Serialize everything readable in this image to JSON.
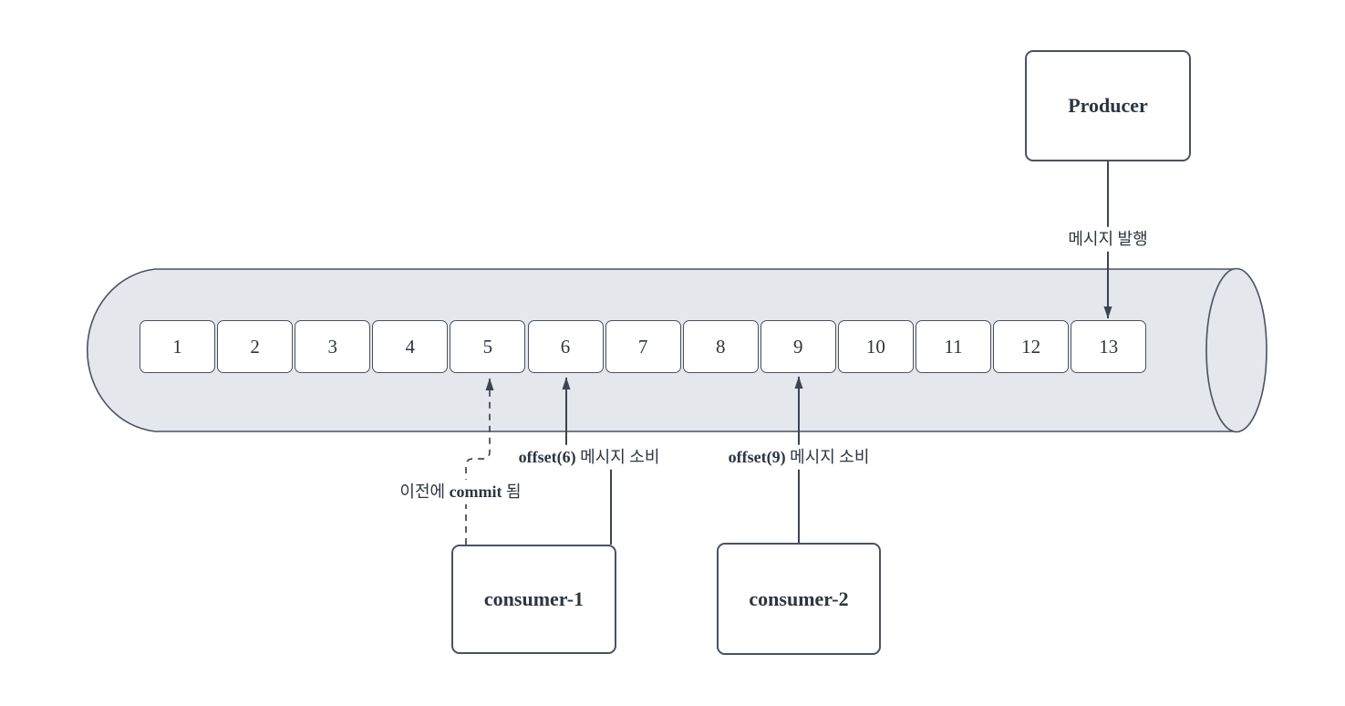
{
  "nodes": {
    "producer": "Producer",
    "consumer1": "consumer-1",
    "consumer2": "consumer-2"
  },
  "partition": {
    "cells": [
      "1",
      "2",
      "3",
      "4",
      "5",
      "6",
      "7",
      "8",
      "9",
      "10",
      "11",
      "12",
      "13"
    ]
  },
  "labels": {
    "publish": "메시지 발행",
    "offset6": {
      "bold": "offset(6)",
      "text": " 메시지 소비"
    },
    "offset9": {
      "bold": "offset(9)",
      "text": " 메시지 소비"
    },
    "commit": {
      "pre": "이전에 ",
      "bold": "commit",
      "post": " 됨"
    }
  },
  "colors": {
    "stroke": "#4a5260",
    "line": "#3c4452",
    "cylinder_fill": "#e4e7eb",
    "node_fill": "#ffffff",
    "text": "#2d3540"
  }
}
